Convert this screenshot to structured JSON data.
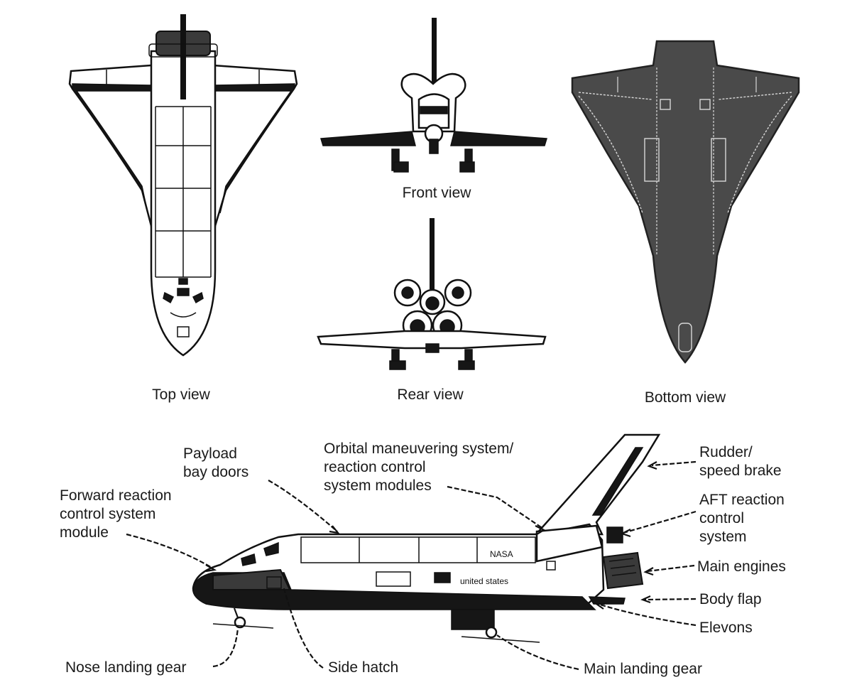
{
  "views": {
    "top": "Top view",
    "front": "Front view",
    "rear": "Rear view",
    "bottom": "Bottom view"
  },
  "side_labels": {
    "payload_bay_doors": [
      "Payload",
      "bay doors"
    ],
    "oms_rcs": [
      "Orbital maneuvering system/",
      "reaction control",
      "system modules"
    ],
    "forward_rcs": [
      "Forward reaction",
      "control system",
      "module"
    ],
    "rudder": [
      "Rudder/",
      "speed brake"
    ],
    "aft_rcs": [
      "AFT reaction",
      "control",
      "system"
    ],
    "main_engines": "Main engines",
    "body_flap": "Body flap",
    "elevons": "Elevons",
    "nose_gear": "Nose landing gear",
    "side_hatch": "Side hatch",
    "main_gear": "Main landing gear"
  },
  "markings": {
    "nasa": "NASA",
    "usa": "united states"
  }
}
